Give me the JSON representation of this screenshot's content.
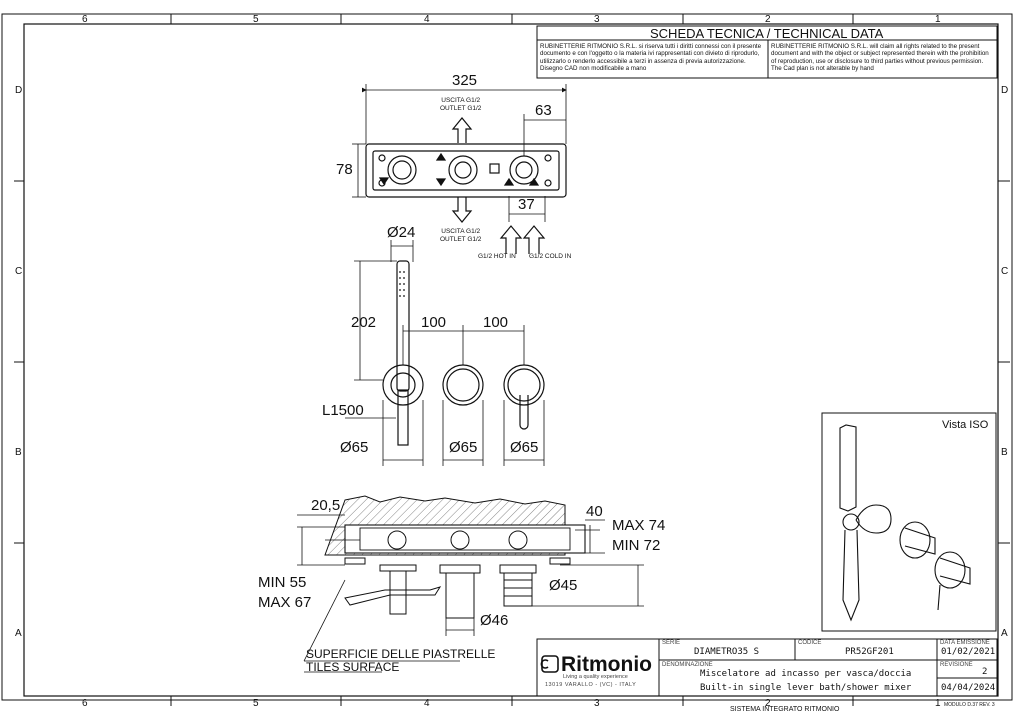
{
  "border": {
    "columns_top": [
      "6",
      "5",
      "4",
      "3",
      "2",
      "1"
    ],
    "columns_bottom": [
      "6",
      "5",
      "4",
      "3",
      "2",
      "1"
    ],
    "rows_left": [
      "D",
      "C",
      "B",
      "A"
    ],
    "rows_right": [
      "D",
      "C",
      "B",
      "A"
    ]
  },
  "header": {
    "title": "SCHEDA TECNICA / TECHNICAL DATA",
    "disclaimer_it": "RUBINETTERIE RITMONIO S.R.L. si riserva tutti i diritti connessi con il presente documento e con l'oggetto o la materia ivi rappresentati con divieto di riprodurlo, utilizzarlo o renderlo accessibile a terzi in assenza di previa autorizzazione. Disegno CAD non modificabile a mano",
    "disclaimer_en": "RUBINETTERIE RITMONIO S.R.L. will claim all rights related to the present document and with the object or subject represented therein with the prohibition of reproduction, use or disclosure to third parties without previous permission. The Cad plan is not alterable by hand"
  },
  "top_view": {
    "dim_width": "325",
    "dim_height": "78",
    "dim_offset": "63",
    "dim_spacing": "37",
    "outlet_top": [
      "USCITA G1/2",
      "OUTLET G1/2"
    ],
    "outlet_bottom": [
      "USCITA G1/2",
      "OUTLET G1/2"
    ],
    "hot_in": "G1/2 HOT IN",
    "cold_in": "G1/2 COLD IN"
  },
  "front_view": {
    "dim_hand_dia": "Ø24",
    "dim_height": "202",
    "dim_spacing_1": "100",
    "dim_spacing_2": "100",
    "hose": "L1500",
    "rosette_1": "Ø65",
    "rosette_2": "Ø65",
    "rosette_3": "Ø65"
  },
  "section_view": {
    "dim_left": "20,5",
    "dim_right": "40",
    "max_depth": "MAX 74",
    "min_depth": "MIN 72",
    "min_wall": "MIN 55",
    "max_wall": "MAX 67",
    "dia_45": "Ø45",
    "dia_46": "Ø46",
    "tiles_it": "SUPERFICIE DELLE PIASTRELLE",
    "tiles_en": "TILES SURFACE"
  },
  "iso_view": {
    "title": "Vista ISO"
  },
  "title_block": {
    "brand": "Ritmonio",
    "tagline": "Living a quality experience",
    "address": "13019 VARALLO - (VC) - ITALY",
    "serie_label": "SERIE",
    "serie": "DIAMETRO35 S",
    "codice_label": "CODICE",
    "codice": "PR52GF201",
    "data_emissione_label": "DATA EMISSIONE",
    "data_emissione": "01/02/2021",
    "denominazione_label": "DENOMINAZIONE",
    "desc_it": "Miscelatore ad incasso per vasca/doccia",
    "desc_en": "Built-in single lever bath/shower mixer",
    "revisione_label": "REVISIONE",
    "revisione": "2",
    "revision_date": "04/04/2024",
    "system": "SISTEMA INTEGRATO RITMONIO",
    "modulo": "MODULO D.37 REV. 3"
  },
  "colors": {
    "line": "#111111",
    "paper": "#ffffff",
    "hatch": "#555555"
  }
}
